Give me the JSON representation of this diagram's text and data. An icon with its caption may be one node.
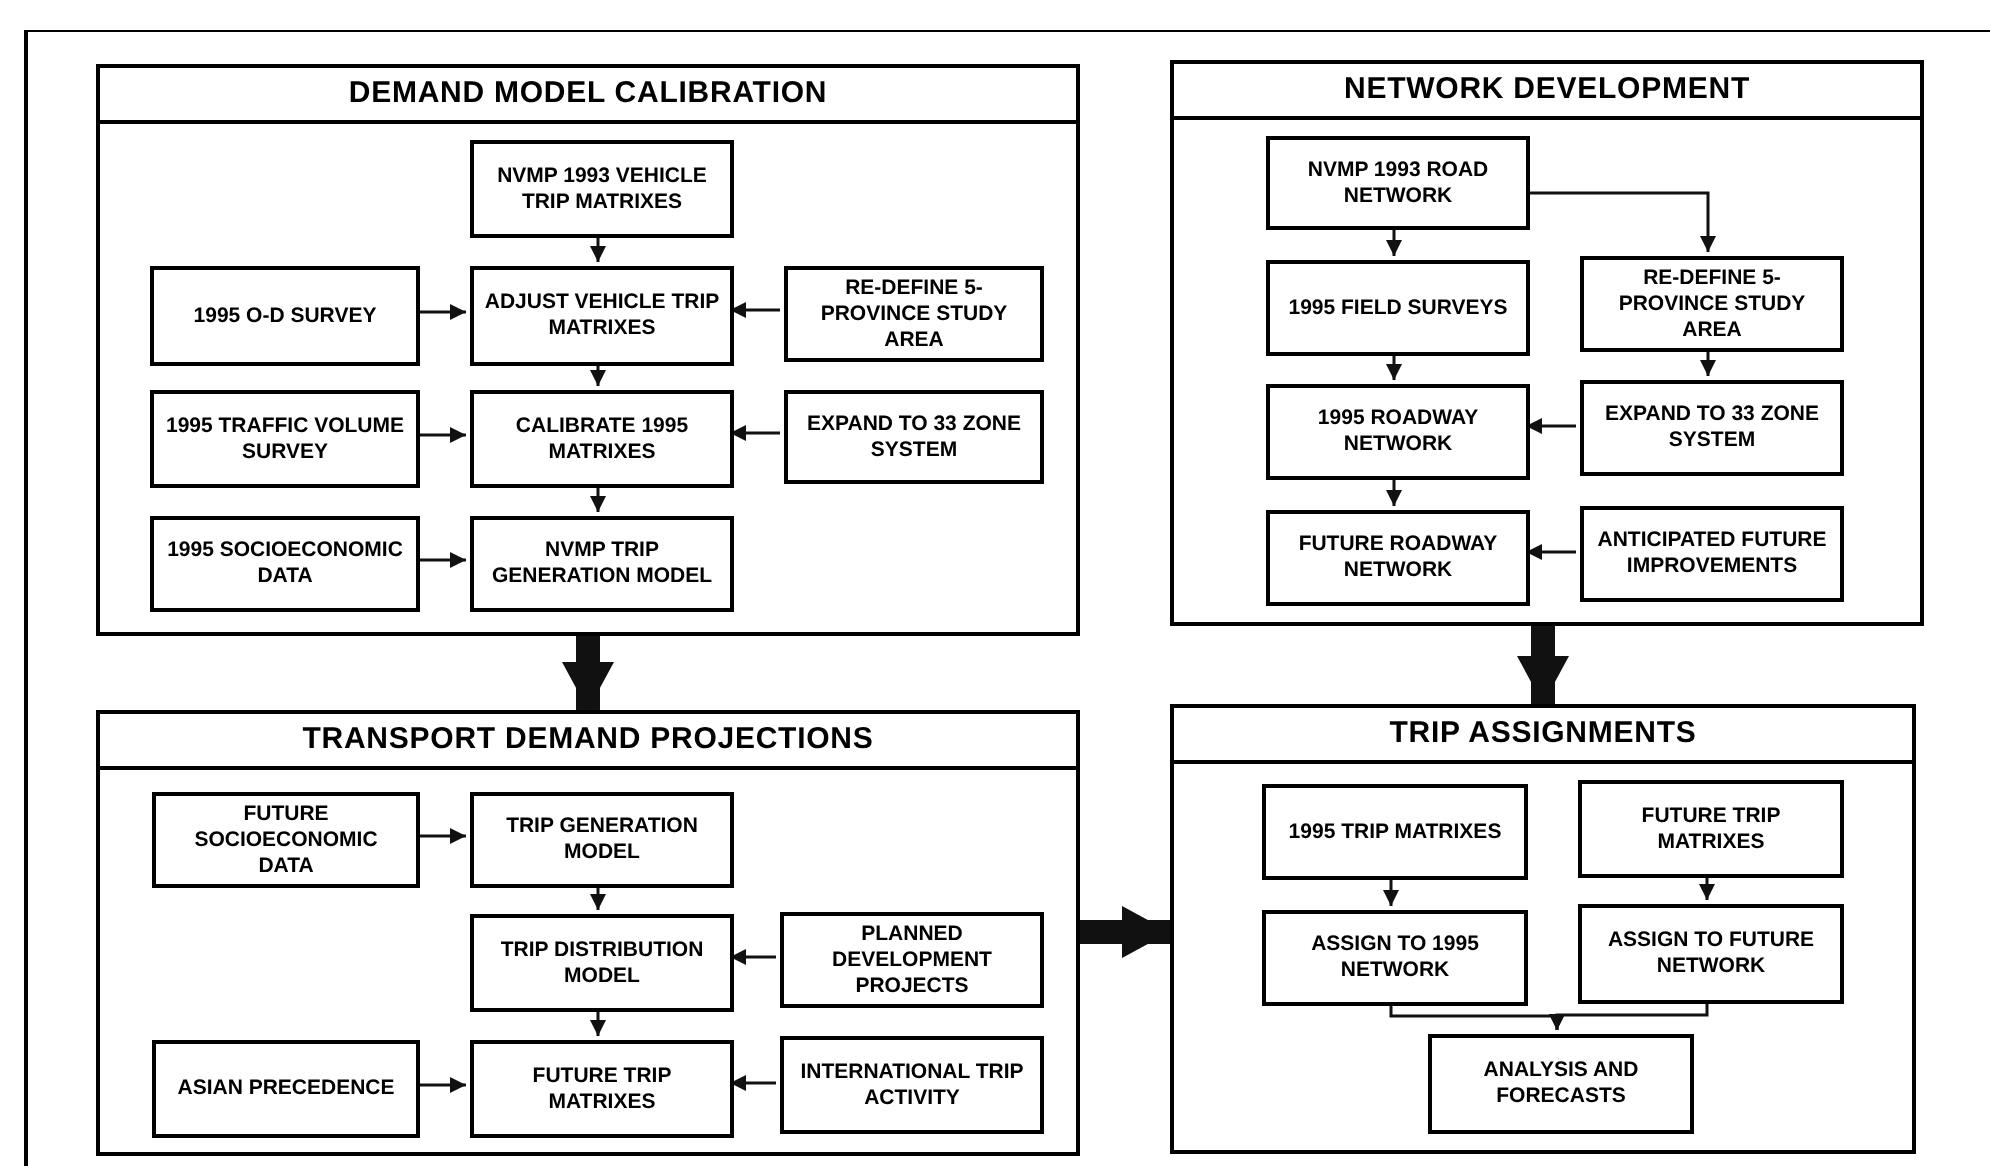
{
  "diagram": {
    "nodes": [
      {
        "text": [
          "DEMAND MODEL CALIBRATION"
        ]
      },
      {
        "text": [
          "NVMP 1993 VEHICLE TRIP MATRIXES"
        ],
        "in": 0
      },
      {
        "text": [
          "1995 O-D SURVEY"
        ],
        "in": 0
      },
      {
        "text": [
          "ADJUST VEHICLE TRIP MATRIXES"
        ],
        "in": 0
      },
      {
        "text": [
          "RE-DEFINE 5-PROVINCE STUDY AREA"
        ],
        "in": 0
      },
      {
        "text": [
          "1995 TRAFFIC VOLUME SURVEY"
        ],
        "in": 0
      },
      {
        "text": [
          "CALIBRATE 1995 MATRIXES"
        ],
        "in": 0
      },
      {
        "text": [
          "EXPAND TO 33 ZONE SYSTEM"
        ],
        "in": 0
      },
      {
        "text": [
          "1995 SOCIOECONOMIC DATA"
        ],
        "in": 0
      },
      {
        "text": [
          "NVMP TRIP GENERATION MODEL"
        ],
        "in": 0
      },
      {
        "text": [
          "NETWORK DEVELOPMENT"
        ]
      },
      {
        "text": [
          "NVMP 1993 ROAD NETWORK"
        ],
        "in": 10
      },
      {
        "text": [
          "1995 FIELD SURVEYS"
        ],
        "in": 10
      },
      {
        "text": [
          "RE-DEFINE 5-PROVINCE STUDY AREA"
        ],
        "in": 10
      },
      {
        "text": [
          "1995 ROADWAY NETWORK"
        ],
        "in": 10
      },
      {
        "text": [
          "EXPAND TO 33 ZONE SYSTEM"
        ],
        "in": 10
      },
      {
        "text": [
          "FUTURE ROADWAY NETWORK"
        ],
        "in": 10
      },
      {
        "text": [
          "ANTICIPATED FUTURE IMPROVEMENTS"
        ],
        "in": 10
      },
      {
        "text": [
          "TRANSPORT DEMAND PROJECTIONS"
        ]
      },
      {
        "text": [
          "FUTURE SOCIOECONOMIC DATA"
        ],
        "in": 18
      },
      {
        "text": [
          "TRIP GENERATION MODEL"
        ],
        "in": 18
      },
      {
        "text": [
          "TRIP DISTRIBUTION MODEL"
        ],
        "in": 18
      },
      {
        "text": [
          "PLANNED DEVELOPMENT PROJECTS"
        ],
        "in": 18
      },
      {
        "text": [
          "ASIAN PRECEDENCE"
        ],
        "in": 18
      },
      {
        "text": [
          "FUTURE TRIP MATRIXES"
        ],
        "in": 18
      },
      {
        "text": [
          "INTERNATIONAL TRIP ACTIVITY"
        ],
        "in": 18
      },
      {
        "text": [
          "TRIP ASSIGNMENTS"
        ]
      },
      {
        "text": [
          "1995 TRIP MATRIXES"
        ],
        "in": 26
      },
      {
        "text": [
          "FUTURE TRIP MATRIXES"
        ],
        "in": 26
      },
      {
        "text": [
          "ASSIGN TO 1995 NETWORK"
        ],
        "in": 26
      },
      {
        "text": [
          "ASSIGN TO FUTURE NETWORK"
        ],
        "in": 26
      },
      {
        "text": [
          "ANALYSIS AND FORECASTS"
        ],
        "in": 26
      }
    ],
    "edges": [
      {
        "from": 1,
        "to": 3,
        "arrow": "to"
      },
      {
        "from": 2,
        "to": 3,
        "arrow": "to"
      },
      {
        "from": 4,
        "to": 3,
        "arrow": "to"
      },
      {
        "from": 3,
        "to": 6,
        "arrow": "to"
      },
      {
        "from": 5,
        "to": 6,
        "arrow": "to"
      },
      {
        "from": 7,
        "to": 6,
        "arrow": "to"
      },
      {
        "from": 6,
        "to": 9,
        "arrow": "to"
      },
      {
        "from": 8,
        "to": 9,
        "arrow": "to"
      },
      {
        "from": 11,
        "to": 12,
        "arrow": "to"
      },
      {
        "from": 11,
        "to": 13,
        "arrow": "to"
      },
      {
        "from": 12,
        "to": 14,
        "arrow": "to"
      },
      {
        "from": 13,
        "to": 15,
        "arrow": "to"
      },
      {
        "from": 15,
        "to": 14,
        "arrow": "to"
      },
      {
        "from": 14,
        "to": 16,
        "arrow": "to"
      },
      {
        "from": 17,
        "to": 16,
        "arrow": "to"
      },
      {
        "from": 19,
        "to": 20,
        "arrow": "to"
      },
      {
        "from": 20,
        "to": 21,
        "arrow": "to"
      },
      {
        "from": 22,
        "to": 21,
        "arrow": "to"
      },
      {
        "from": 21,
        "to": 24,
        "arrow": "to"
      },
      {
        "from": 23,
        "to": 24,
        "arrow": "to"
      },
      {
        "from": 25,
        "to": 24,
        "arrow": "to"
      },
      {
        "from": 27,
        "to": 29,
        "arrow": "to"
      },
      {
        "from": 28,
        "to": 30,
        "arrow": "to"
      },
      {
        "from": 29,
        "to": 31,
        "arrow": "to"
      },
      {
        "from": 30,
        "to": 31,
        "arrow": "to"
      },
      {
        "from": 0,
        "to": 18,
        "arrow": "to",
        "style": "thick"
      },
      {
        "from": 10,
        "to": 26,
        "arrow": "to",
        "style": "thick"
      },
      {
        "from": 18,
        "to": 26,
        "arrow": "to",
        "style": "thick"
      }
    ]
  }
}
